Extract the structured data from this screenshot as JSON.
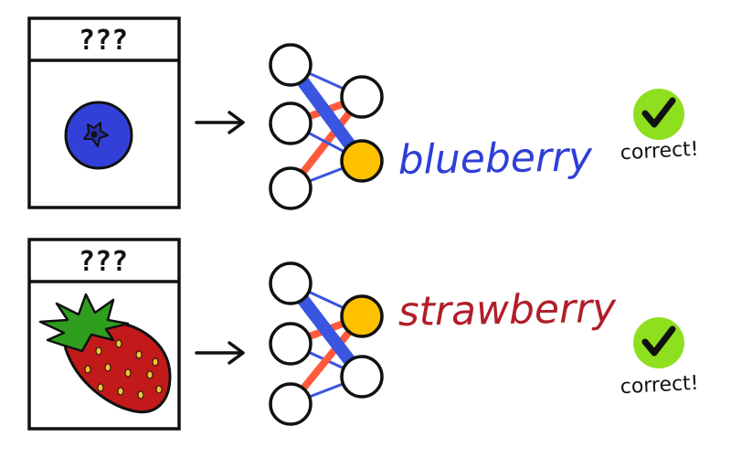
{
  "rows": [
    {
      "card_header": "???",
      "fruit": "blueberry-icon",
      "prediction": "blueberry",
      "prediction_color": "#2f3ed6",
      "active_output": "bottom",
      "result": "correct!",
      "result_icon": "checkmark-icon"
    },
    {
      "card_header": "???",
      "fruit": "strawberry-icon",
      "prediction": "strawberry",
      "prediction_color": "#b01e2a",
      "active_output": "top",
      "result": "correct!",
      "result_icon": "checkmark-icon"
    }
  ],
  "colors": {
    "strong_connection": "#3a55e0",
    "medium_connection": "#ff5a3c",
    "active_node": "#ffc000",
    "check_badge": "#8ee01e"
  }
}
